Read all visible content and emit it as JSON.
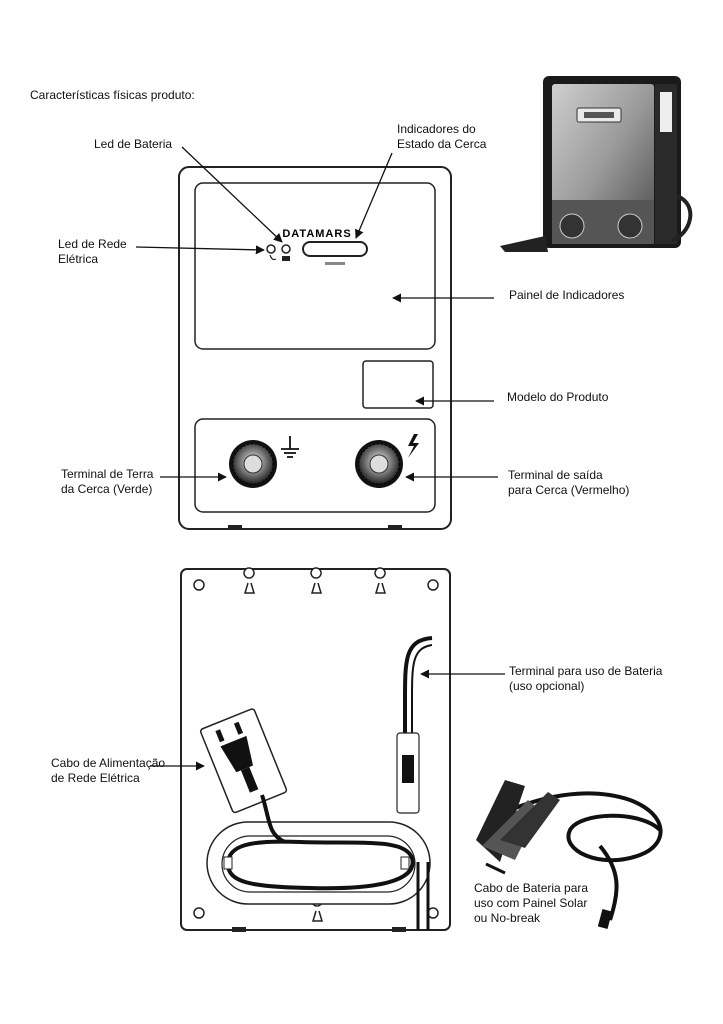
{
  "heading": "Características físicas produto:",
  "front_device": {
    "brand": "DATAMARS"
  },
  "front_labels": {
    "led_bateria": "Led de Bateria",
    "indicadores": [
      "Indicadores do",
      "Estado da Cerca"
    ],
    "led_rede": [
      "Led de Rede",
      "Elétrica"
    ],
    "painel": "Painel de Indicadores",
    "modelo": "Modelo do Produto",
    "terminal_terra": [
      "Terminal de Terra",
      "da Cerca (Verde)"
    ],
    "terminal_saida": [
      "Terminal de saída",
      "para Cerca (Vermelho)"
    ]
  },
  "back_labels": {
    "terminal_bateria": [
      "Terminal para uso de Bateria",
      "(uso opcional)"
    ],
    "cabo_alimentacao": [
      "Cabo de Alimentação",
      "de Rede Elétrica"
    ],
    "cabo_bateria": [
      "Cabo de Bateria para",
      "uso com Painel Solar",
      "ou No-break"
    ]
  }
}
